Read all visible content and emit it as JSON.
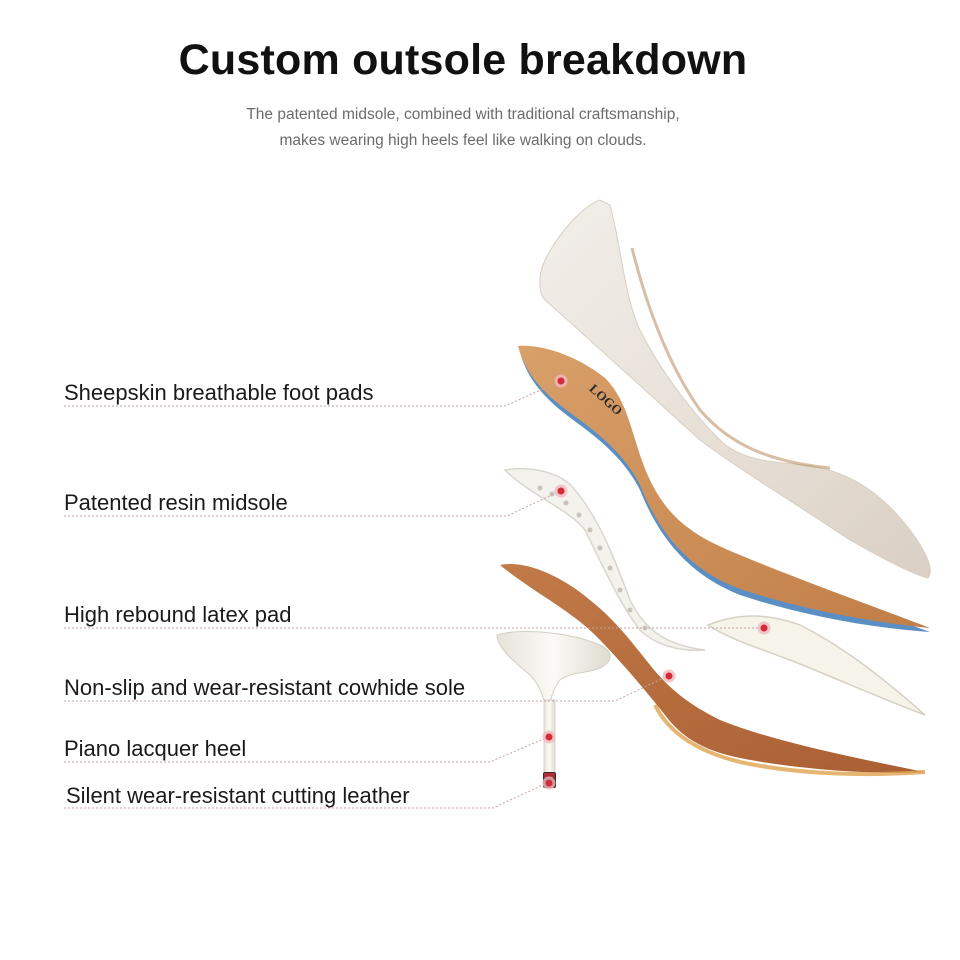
{
  "header": {
    "title": "Custom outsole breakdown",
    "subtitle_line1": "The patented midsole, combined with traditional craftsmanship,",
    "subtitle_line2": "makes wearing high heels feel like walking on clouds."
  },
  "labels": [
    "Sheepskin breathable foot pads",
    "Patented resin midsole",
    "High rebound latex pad",
    "Non-slip and wear-resistant cowhide sole",
    "Piano lacquer heel",
    "Silent wear-resistant cutting leather"
  ],
  "insole_print": "LOGO",
  "colors": {
    "leader": "#c8a0a0",
    "marker": "#d22b3a",
    "upper": "#ece6df",
    "insole": "#c98a52",
    "sole": "#b86d3e",
    "midsole": "#f3f1ec",
    "edge_blue": "#5b8fc4"
  }
}
